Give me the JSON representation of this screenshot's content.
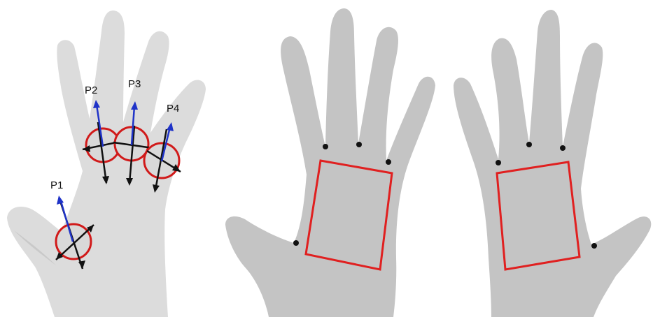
{
  "colors": {
    "hand_left": "#dcdcdc",
    "hand_gray": "#c4c4c4",
    "ring": "#d11a1a",
    "axis_blue": "#1f33c8",
    "axis_black": "#111111",
    "roi": "#e02020",
    "keypoint": "#111111"
  },
  "labels": {
    "p1": "P1",
    "p2": "P2",
    "p3": "P3",
    "p4": "P4"
  }
}
